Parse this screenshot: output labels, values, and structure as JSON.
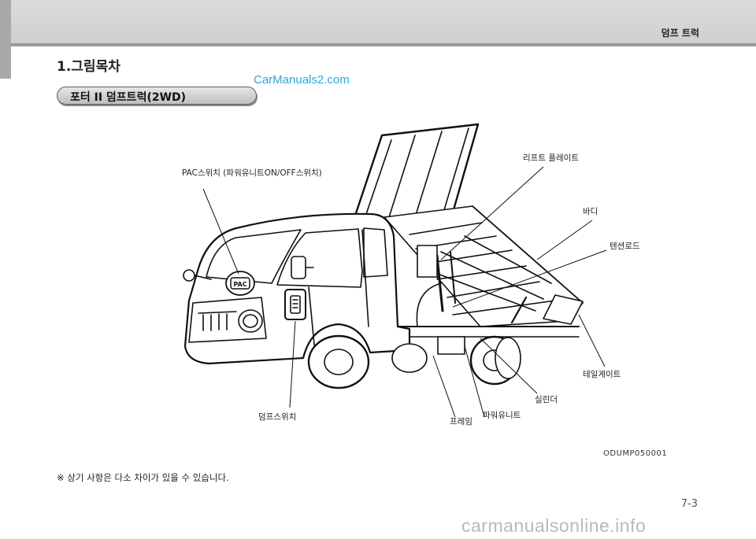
{
  "header": {
    "chapter_title": "덤프 트럭"
  },
  "section": {
    "title": "1.그림목차"
  },
  "pill": {
    "label": "포터 II 덤프트럭(2WD)"
  },
  "watermark_top": "CarManuals2.com",
  "labels": {
    "pac_switch": "PAC스위치 (파워유니트ON/OFF스위치)",
    "lift_plate": "리프트 플레이트",
    "body": "바디",
    "tension_rod": "텐션로드",
    "tailgate": "테일게이트",
    "cylinder": "실린더",
    "dump_switch": "덤프스위치",
    "frame": "프레임",
    "power_unit": "파워유니트"
  },
  "pac_badge": "PAC",
  "figure_code": "ODUMP050001",
  "note": "※ 상기 사항은 다소 차이가 있을 수 있습니다.",
  "page_number": "7-3",
  "footer_watermark": "carmanualsonline.info"
}
